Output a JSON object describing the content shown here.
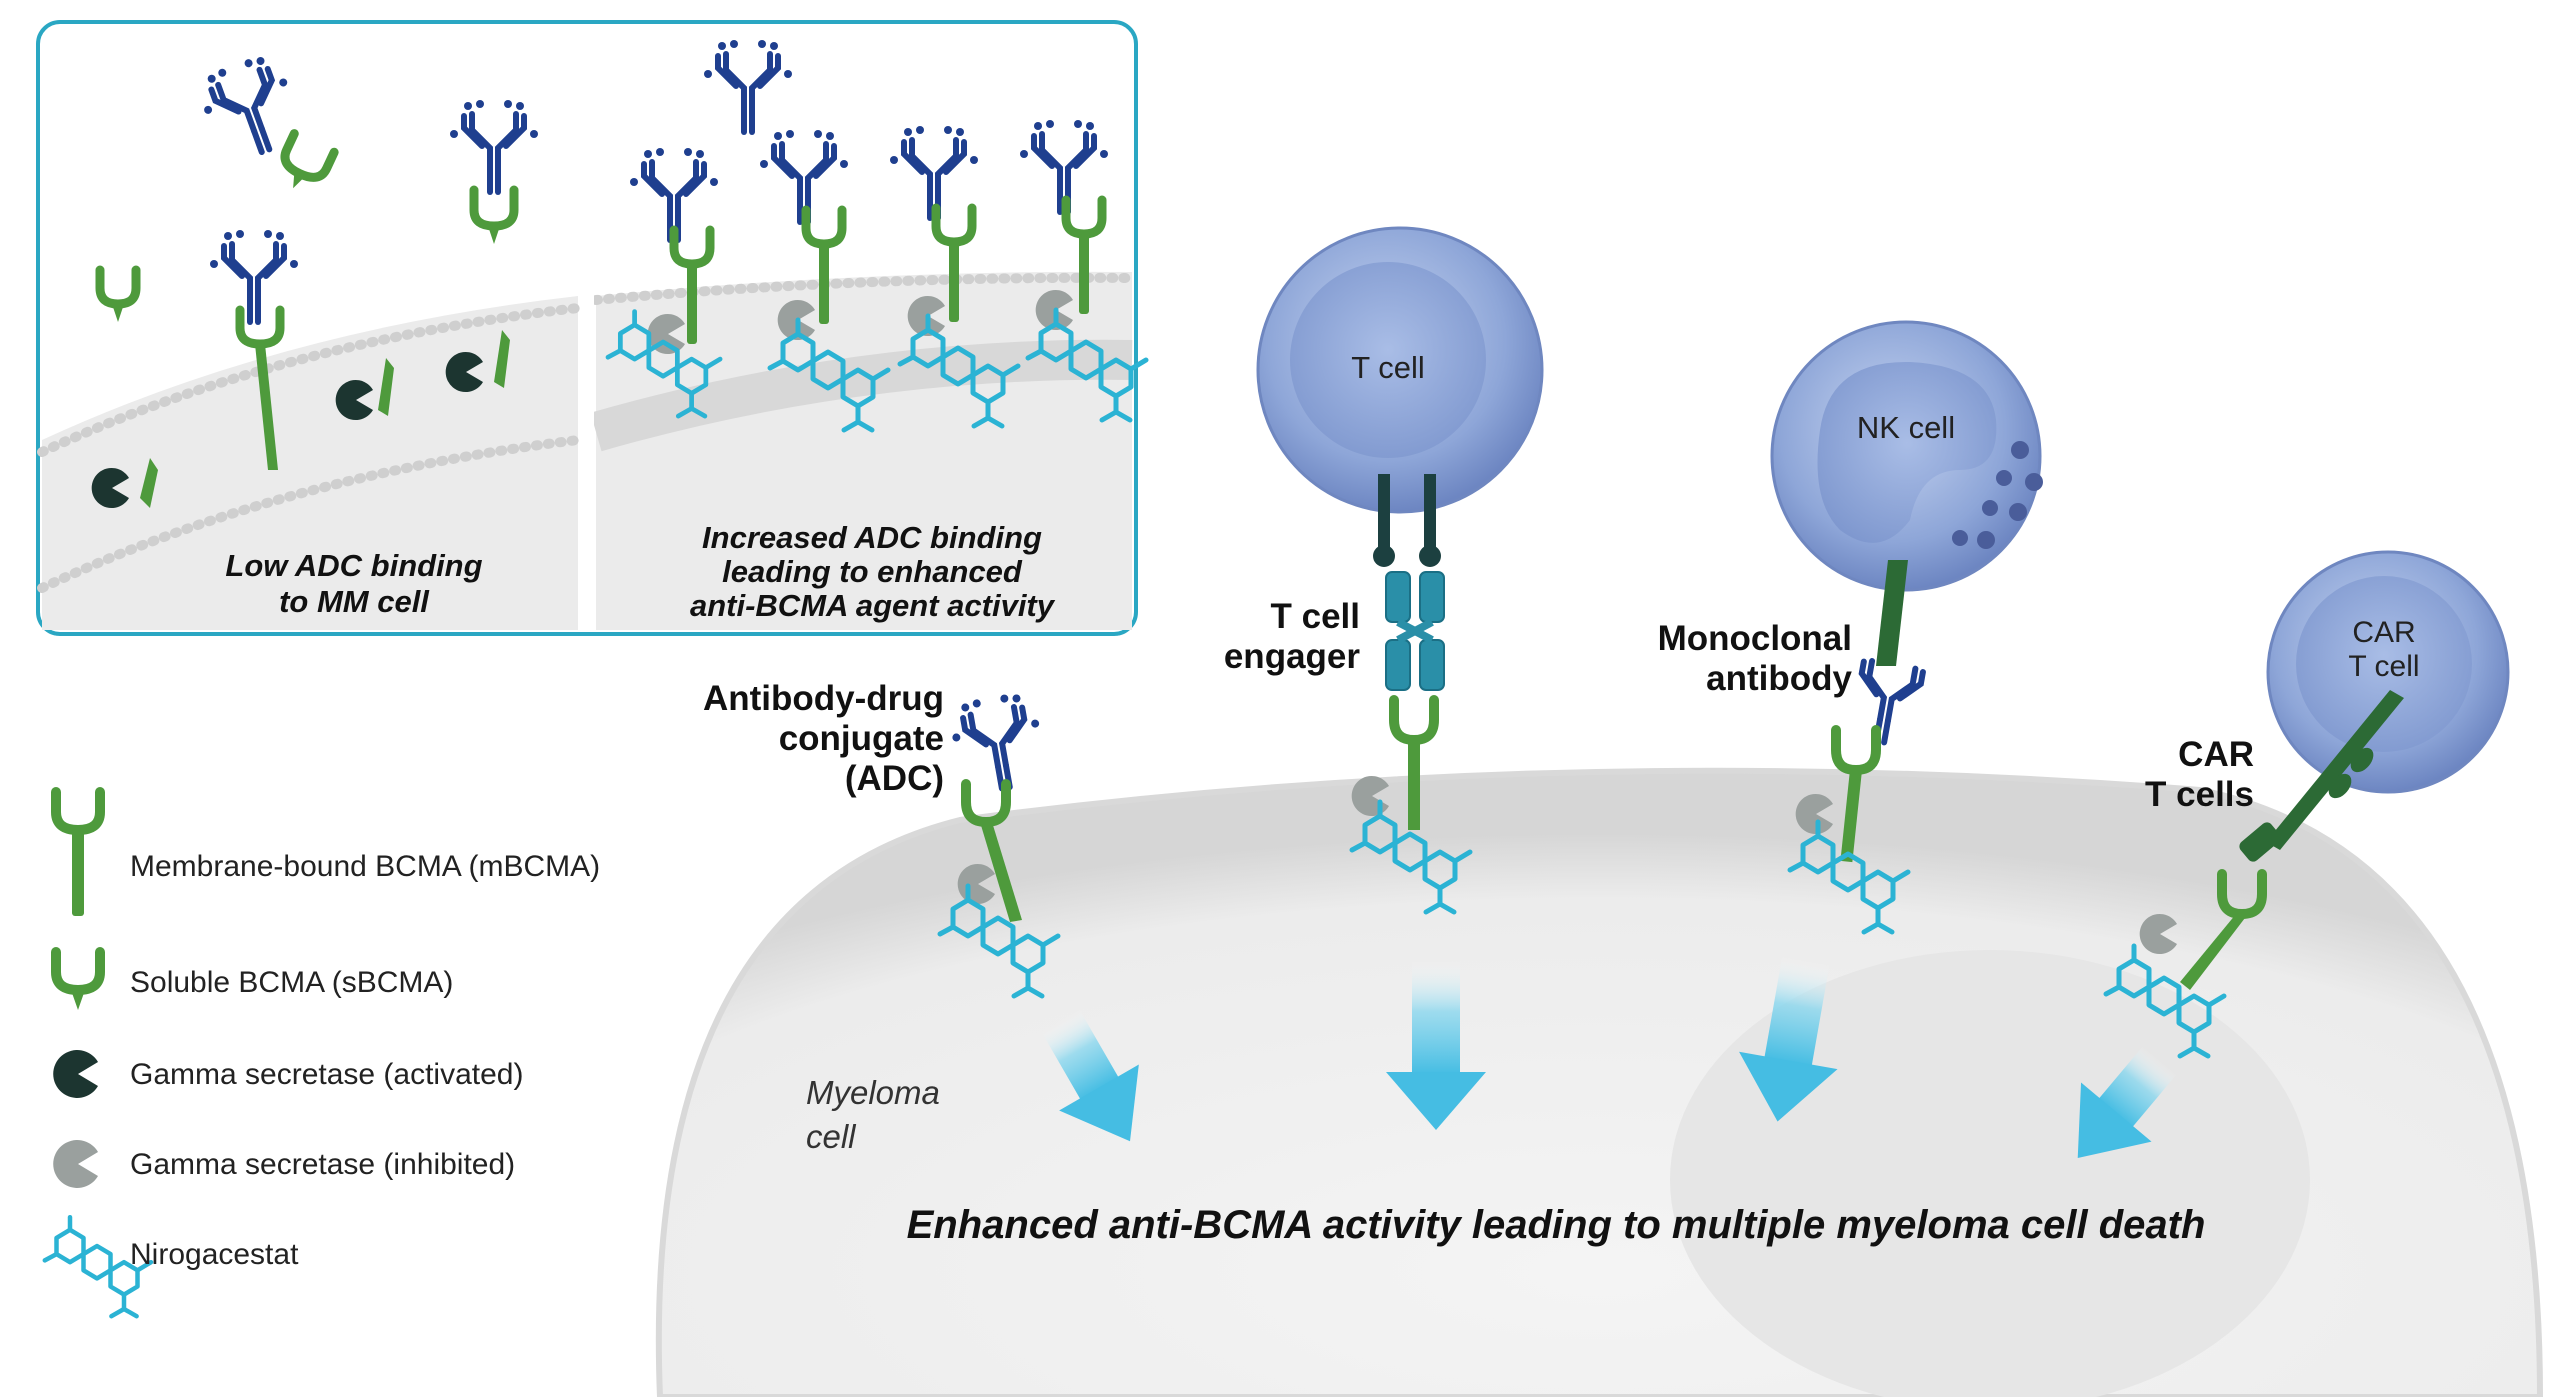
{
  "inset": {
    "left_caption_line1": "Low ADC binding",
    "left_caption_line2": "to MM cell",
    "right_caption_line1": "Increased ADC binding",
    "right_caption_line2": "leading to enhanced",
    "right_caption_line3": "anti-BCMA agent activity"
  },
  "legend": {
    "items": [
      {
        "icon": "mbcma-icon",
        "label": "Membrane-bound BCMA (mBCMA)"
      },
      {
        "icon": "sbcma-icon",
        "label": "Soluble BCMA (sBCMA)"
      },
      {
        "icon": "gamma-secretase-activated-icon",
        "label": "Gamma secretase (activated)"
      },
      {
        "icon": "gamma-secretase-inhibited-icon",
        "label": "Gamma secretase (inhibited)"
      },
      {
        "icon": "nirogacestat-icon",
        "label": "Nirogacestat"
      }
    ]
  },
  "cells": {
    "t_cell": "T cell",
    "nk_cell": "NK cell",
    "car_t_line1": "CAR",
    "car_t_line2": "T cell",
    "myeloma_line1": "Myeloma",
    "myeloma_line2": "cell"
  },
  "agents": {
    "adc_line1": "Antibody-drug",
    "adc_line2": "conjugate",
    "adc_line3": "(ADC)",
    "tce_line1": "T cell",
    "tce_line2": "engager",
    "mab_line1": "Monoclonal",
    "mab_line2": "antibody",
    "car_line1": "CAR",
    "car_line2": "T cells"
  },
  "bottom_caption": "Enhanced anti-BCMA activity leading to multiple myeloma cell death",
  "colors": {
    "inset_border": "#2aa7c3",
    "bcma_green": "#4e9a3c",
    "antibody_blue": "#1f3f8f",
    "nirogacestat_cyan": "#2bb3d4",
    "gamma_active": "#1c3530",
    "gamma_inhibited": "#9aa09e",
    "cell_blue": "#8fa7d8",
    "arrow_cyan": "#5ec6e4"
  }
}
